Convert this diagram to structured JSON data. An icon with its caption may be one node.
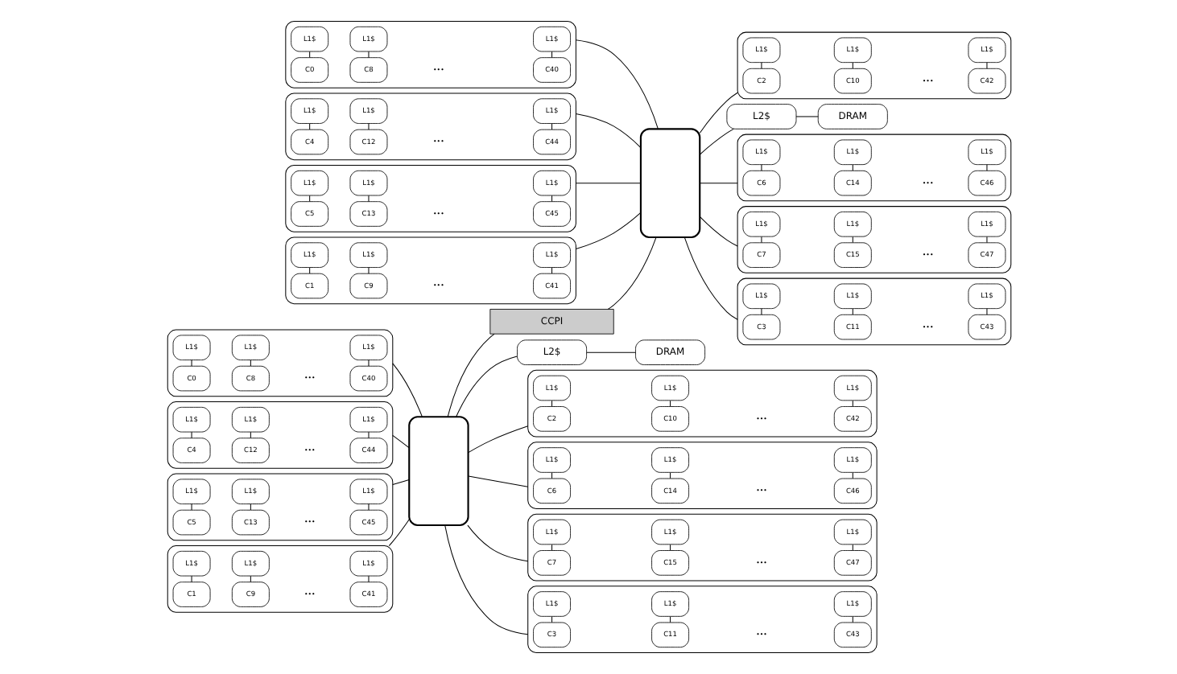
{
  "diagram": {
    "nodes": [
      {
        "text": [],
        "shape": "box"
      },
      {
        "text": [
          "L2$"
        ]
      },
      {
        "text": [
          "DRAM"
        ]
      },
      {
        "text": [],
        "shape": "box"
      },
      {
        "text": [
          "L2$"
        ]
      },
      {
        "text": [
          "DRAM"
        ]
      },
      {
        "text": [
          "CCPI"
        ]
      },
      {
        "text": [],
        "shape": "box"
      },
      {
        "text": [
          "C0"
        ],
        "in": 7
      },
      {
        "text": [
          "L1$"
        ],
        "in": 7
      },
      {
        "text": [
          "C8"
        ],
        "in": 7
      },
      {
        "text": [
          "L1$"
        ],
        "in": 7
      },
      {
        "text": [
          "C40"
        ],
        "in": 7
      },
      {
        "text": [
          "L1$"
        ],
        "in": 7
      },
      {
        "text": [],
        "shape": "box"
      },
      {
        "text": [
          "C4"
        ],
        "in": 14
      },
      {
        "text": [
          "L1$"
        ],
        "in": 14
      },
      {
        "text": [
          "C12"
        ],
        "in": 14
      },
      {
        "text": [
          "L1$"
        ],
        "in": 14
      },
      {
        "text": [
          "C44"
        ],
        "in": 14
      },
      {
        "text": [
          "L1$"
        ],
        "in": 14
      },
      {
        "text": [],
        "shape": "box"
      },
      {
        "text": [
          "C5"
        ],
        "in": 21
      },
      {
        "text": [
          "L1$"
        ],
        "in": 21
      },
      {
        "text": [
          "C13"
        ],
        "in": 21
      },
      {
        "text": [
          "L1$"
        ],
        "in": 21
      },
      {
        "text": [
          "C45"
        ],
        "in": 21
      },
      {
        "text": [
          "L1$"
        ],
        "in": 21
      },
      {
        "text": [],
        "shape": "box"
      },
      {
        "text": [
          "C1"
        ],
        "in": 28
      },
      {
        "text": [
          "L1$"
        ],
        "in": 28
      },
      {
        "text": [
          "C9"
        ],
        "in": 28
      },
      {
        "text": [
          "L1$"
        ],
        "in": 28
      },
      {
        "text": [
          "C41"
        ],
        "in": 28
      },
      {
        "text": [
          "L1$"
        ],
        "in": 28
      },
      {
        "text": [],
        "shape": "box"
      },
      {
        "text": [
          "C2"
        ],
        "in": 35
      },
      {
        "text": [
          "L1$"
        ],
        "in": 35
      },
      {
        "text": [
          "C10"
        ],
        "in": 35
      },
      {
        "text": [
          "L1$"
        ],
        "in": 35
      },
      {
        "text": [
          "C42"
        ],
        "in": 35
      },
      {
        "text": [
          "L1$"
        ],
        "in": 35
      },
      {
        "text": [],
        "shape": "box"
      },
      {
        "text": [
          "C6"
        ],
        "in": 42
      },
      {
        "text": [
          "L1$"
        ],
        "in": 42
      },
      {
        "text": [
          "C14"
        ],
        "in": 42
      },
      {
        "text": [
          "L1$"
        ],
        "in": 42
      },
      {
        "text": [
          "C46"
        ],
        "in": 42
      },
      {
        "text": [
          "L1$"
        ],
        "in": 42
      },
      {
        "text": [],
        "shape": "box"
      },
      {
        "text": [
          "C7"
        ],
        "in": 49
      },
      {
        "text": [
          "L1$"
        ],
        "in": 49
      },
      {
        "text": [
          "C15"
        ],
        "in": 49
      },
      {
        "text": [
          "L1$"
        ],
        "in": 49
      },
      {
        "text": [
          "C47"
        ],
        "in": 49
      },
      {
        "text": [
          "L1$"
        ],
        "in": 49
      },
      {
        "text": [],
        "shape": "box"
      },
      {
        "text": [
          "C3"
        ],
        "in": 56
      },
      {
        "text": [
          "L1$"
        ],
        "in": 56
      },
      {
        "text": [
          "C11"
        ],
        "in": 56
      },
      {
        "text": [
          "L1$"
        ],
        "in": 56
      },
      {
        "text": [
          "C43"
        ],
        "in": 56
      },
      {
        "text": [
          "L1$"
        ],
        "in": 56
      },
      {
        "text": [],
        "shape": "box"
      },
      {
        "text": [
          "C0"
        ],
        "in": 63
      },
      {
        "text": [
          "L1$"
        ],
        "in": 63
      },
      {
        "text": [
          "C8"
        ],
        "in": 63
      },
      {
        "text": [
          "L1$"
        ],
        "in": 63
      },
      {
        "text": [
          "C40"
        ],
        "in": 63
      },
      {
        "text": [
          "L1$"
        ],
        "in": 63
      },
      {
        "text": [],
        "shape": "box"
      },
      {
        "text": [
          "C4"
        ],
        "in": 70
      },
      {
        "text": [
          "L1$"
        ],
        "in": 70
      },
      {
        "text": [
          "C12"
        ],
        "in": 70
      },
      {
        "text": [
          "L1$"
        ],
        "in": 70
      },
      {
        "text": [
          "C44"
        ],
        "in": 70
      },
      {
        "text": [
          "L1$"
        ],
        "in": 70
      },
      {
        "text": [],
        "shape": "box"
      },
      {
        "text": [
          "C5"
        ],
        "in": 77
      },
      {
        "text": [
          "L1$"
        ],
        "in": 77
      },
      {
        "text": [
          "C13"
        ],
        "in": 77
      },
      {
        "text": [
          "L1$"
        ],
        "in": 77
      },
      {
        "text": [
          "C45"
        ],
        "in": 77
      },
      {
        "text": [
          "L1$"
        ],
        "in": 77
      },
      {
        "text": [],
        "shape": "box"
      },
      {
        "text": [
          "C1"
        ],
        "in": 84
      },
      {
        "text": [
          "L1$"
        ],
        "in": 84
      },
      {
        "text": [
          "C9"
        ],
        "in": 84
      },
      {
        "text": [
          "L1$"
        ],
        "in": 84
      },
      {
        "text": [
          "C41"
        ],
        "in": 84
      },
      {
        "text": [
          "L1$"
        ],
        "in": 84
      },
      {
        "text": [],
        "shape": "box"
      },
      {
        "text": [
          "C2"
        ],
        "in": 91
      },
      {
        "text": [
          "L1$"
        ],
        "in": 91
      },
      {
        "text": [
          "C10"
        ],
        "in": 91
      },
      {
        "text": [
          "L1$"
        ],
        "in": 91
      },
      {
        "text": [
          "C42"
        ],
        "in": 91
      },
      {
        "text": [
          "L1$"
        ],
        "in": 91
      },
      {
        "text": [],
        "shape": "box"
      },
      {
        "text": [
          "C6"
        ],
        "in": 98
      },
      {
        "text": [
          "L1$"
        ],
        "in": 98
      },
      {
        "text": [
          "C14"
        ],
        "in": 98
      },
      {
        "text": [
          "L1$"
        ],
        "in": 98
      },
      {
        "text": [
          "C46"
        ],
        "in": 98
      },
      {
        "text": [
          "L1$"
        ],
        "in": 98
      },
      {
        "text": [],
        "shape": "box"
      },
      {
        "text": [
          "C7"
        ],
        "in": 105
      },
      {
        "text": [
          "L1$"
        ],
        "in": 105
      },
      {
        "text": [
          "C15"
        ],
        "in": 105
      },
      {
        "text": [
          "L1$"
        ],
        "in": 105
      },
      {
        "text": [
          "C47"
        ],
        "in": 105
      },
      {
        "text": [
          "L1$"
        ],
        "in": 105
      },
      {
        "text": [],
        "shape": "box"
      },
      {
        "text": [
          "C3"
        ],
        "in": 112
      },
      {
        "text": [
          "L1$"
        ],
        "in": 112
      },
      {
        "text": [
          "C11"
        ],
        "in": 112
      },
      {
        "text": [
          "L1$"
        ],
        "in": 112
      },
      {
        "text": [
          "C43"
        ],
        "in": 112
      },
      {
        "text": [
          "L1$"
        ],
        "in": 112
      }
    ],
    "edges": [
      {
        "from": 0,
        "to": 6,
        "arrow": "none"
      },
      {
        "from": 6,
        "to": 3,
        "arrow": "none"
      },
      {
        "from": 0,
        "to": 1,
        "arrow": "none"
      },
      {
        "from": 1,
        "to": 2,
        "arrow": "none"
      },
      {
        "from": 3,
        "to": 4,
        "arrow": "none"
      },
      {
        "from": 4,
        "to": 5,
        "arrow": "none"
      },
      {
        "from": 7,
        "to": 0,
        "arrow": "none"
      },
      {
        "from": 14,
        "to": 0,
        "arrow": "none"
      },
      {
        "from": 21,
        "to": 0,
        "arrow": "none"
      },
      {
        "from": 28,
        "to": 0,
        "arrow": "none"
      },
      {
        "from": 0,
        "to": 35,
        "arrow": "none"
      },
      {
        "from": 0,
        "to": 42,
        "arrow": "none"
      },
      {
        "from": 0,
        "to": 49,
        "arrow": "none"
      },
      {
        "from": 0,
        "to": 56,
        "arrow": "none"
      },
      {
        "from": 63,
        "to": 3,
        "arrow": "none"
      },
      {
        "from": 70,
        "to": 3,
        "arrow": "none"
      },
      {
        "from": 77,
        "to": 3,
        "arrow": "none"
      },
      {
        "from": 84,
        "to": 3,
        "arrow": "none"
      },
      {
        "from": 3,
        "to": 91,
        "arrow": "none"
      },
      {
        "from": 3,
        "to": 98,
        "arrow": "none"
      },
      {
        "from": 3,
        "to": 105,
        "arrow": "none"
      },
      {
        "from": 3,
        "to": 112,
        "arrow": "none"
      },
      {
        "from": 8,
        "to": 9,
        "arrow": "none"
      },
      {
        "from": 10,
        "to": 11,
        "arrow": "none"
      },
      {
        "from": 12,
        "to": 13,
        "arrow": "none"
      },
      {
        "from": 15,
        "to": 16,
        "arrow": "none"
      },
      {
        "from": 17,
        "to": 18,
        "arrow": "none"
      },
      {
        "from": 19,
        "to": 20,
        "arrow": "none"
      },
      {
        "from": 22,
        "to": 23,
        "arrow": "none"
      },
      {
        "from": 24,
        "to": 25,
        "arrow": "none"
      },
      {
        "from": 26,
        "to": 27,
        "arrow": "none"
      },
      {
        "from": 29,
        "to": 30,
        "arrow": "none"
      },
      {
        "from": 31,
        "to": 32,
        "arrow": "none"
      },
      {
        "from": 33,
        "to": 34,
        "arrow": "none"
      },
      {
        "from": 36,
        "to": 37,
        "arrow": "none"
      },
      {
        "from": 38,
        "to": 39,
        "arrow": "none"
      },
      {
        "from": 40,
        "to": 41,
        "arrow": "none"
      },
      {
        "from": 43,
        "to": 44,
        "arrow": "none"
      },
      {
        "from": 45,
        "to": 46,
        "arrow": "none"
      },
      {
        "from": 47,
        "to": 48,
        "arrow": "none"
      },
      {
        "from": 50,
        "to": 51,
        "arrow": "none"
      },
      {
        "from": 52,
        "to": 53,
        "arrow": "none"
      },
      {
        "from": 54,
        "to": 55,
        "arrow": "none"
      },
      {
        "from": 57,
        "to": 58,
        "arrow": "none"
      },
      {
        "from": 59,
        "to": 60,
        "arrow": "none"
      },
      {
        "from": 61,
        "to": 62,
        "arrow": "none"
      },
      {
        "from": 64,
        "to": 65,
        "arrow": "none"
      },
      {
        "from": 66,
        "to": 67,
        "arrow": "none"
      },
      {
        "from": 68,
        "to": 69,
        "arrow": "none"
      },
      {
        "from": 71,
        "to": 72,
        "arrow": "none"
      },
      {
        "from": 73,
        "to": 74,
        "arrow": "none"
      },
      {
        "from": 75,
        "to": 76,
        "arrow": "none"
      },
      {
        "from": 78,
        "to": 79,
        "arrow": "none"
      },
      {
        "from": 80,
        "to": 81,
        "arrow": "none"
      },
      {
        "from": 82,
        "to": 83,
        "arrow": "none"
      },
      {
        "from": 85,
        "to": 86,
        "arrow": "none"
      },
      {
        "from": 87,
        "to": 88,
        "arrow": "none"
      },
      {
        "from": 89,
        "to": 90,
        "arrow": "none"
      },
      {
        "from": 92,
        "to": 93,
        "arrow": "none"
      },
      {
        "from": 94,
        "to": 95,
        "arrow": "none"
      },
      {
        "from": 96,
        "to": 97,
        "arrow": "none"
      },
      {
        "from": 99,
        "to": 100,
        "arrow": "none"
      },
      {
        "from": 101,
        "to": 102,
        "arrow": "none"
      },
      {
        "from": 103,
        "to": 104,
        "arrow": "none"
      },
      {
        "from": 106,
        "to": 107,
        "arrow": "none"
      },
      {
        "from": 108,
        "to": 109,
        "arrow": "none"
      },
      {
        "from": 110,
        "to": 111,
        "arrow": "none"
      },
      {
        "from": 113,
        "to": 114,
        "arrow": "none"
      },
      {
        "from": 115,
        "to": 116,
        "arrow": "none"
      },
      {
        "from": 117,
        "to": 118,
        "arrow": "none"
      }
    ],
    "labels": [
      "•••",
      "•••",
      "•••",
      "•••",
      "•••",
      "•••",
      "•••",
      "•••",
      "•••",
      "•••",
      "•••",
      "•••",
      "•••",
      "•••",
      "•••",
      "•••"
    ]
  }
}
